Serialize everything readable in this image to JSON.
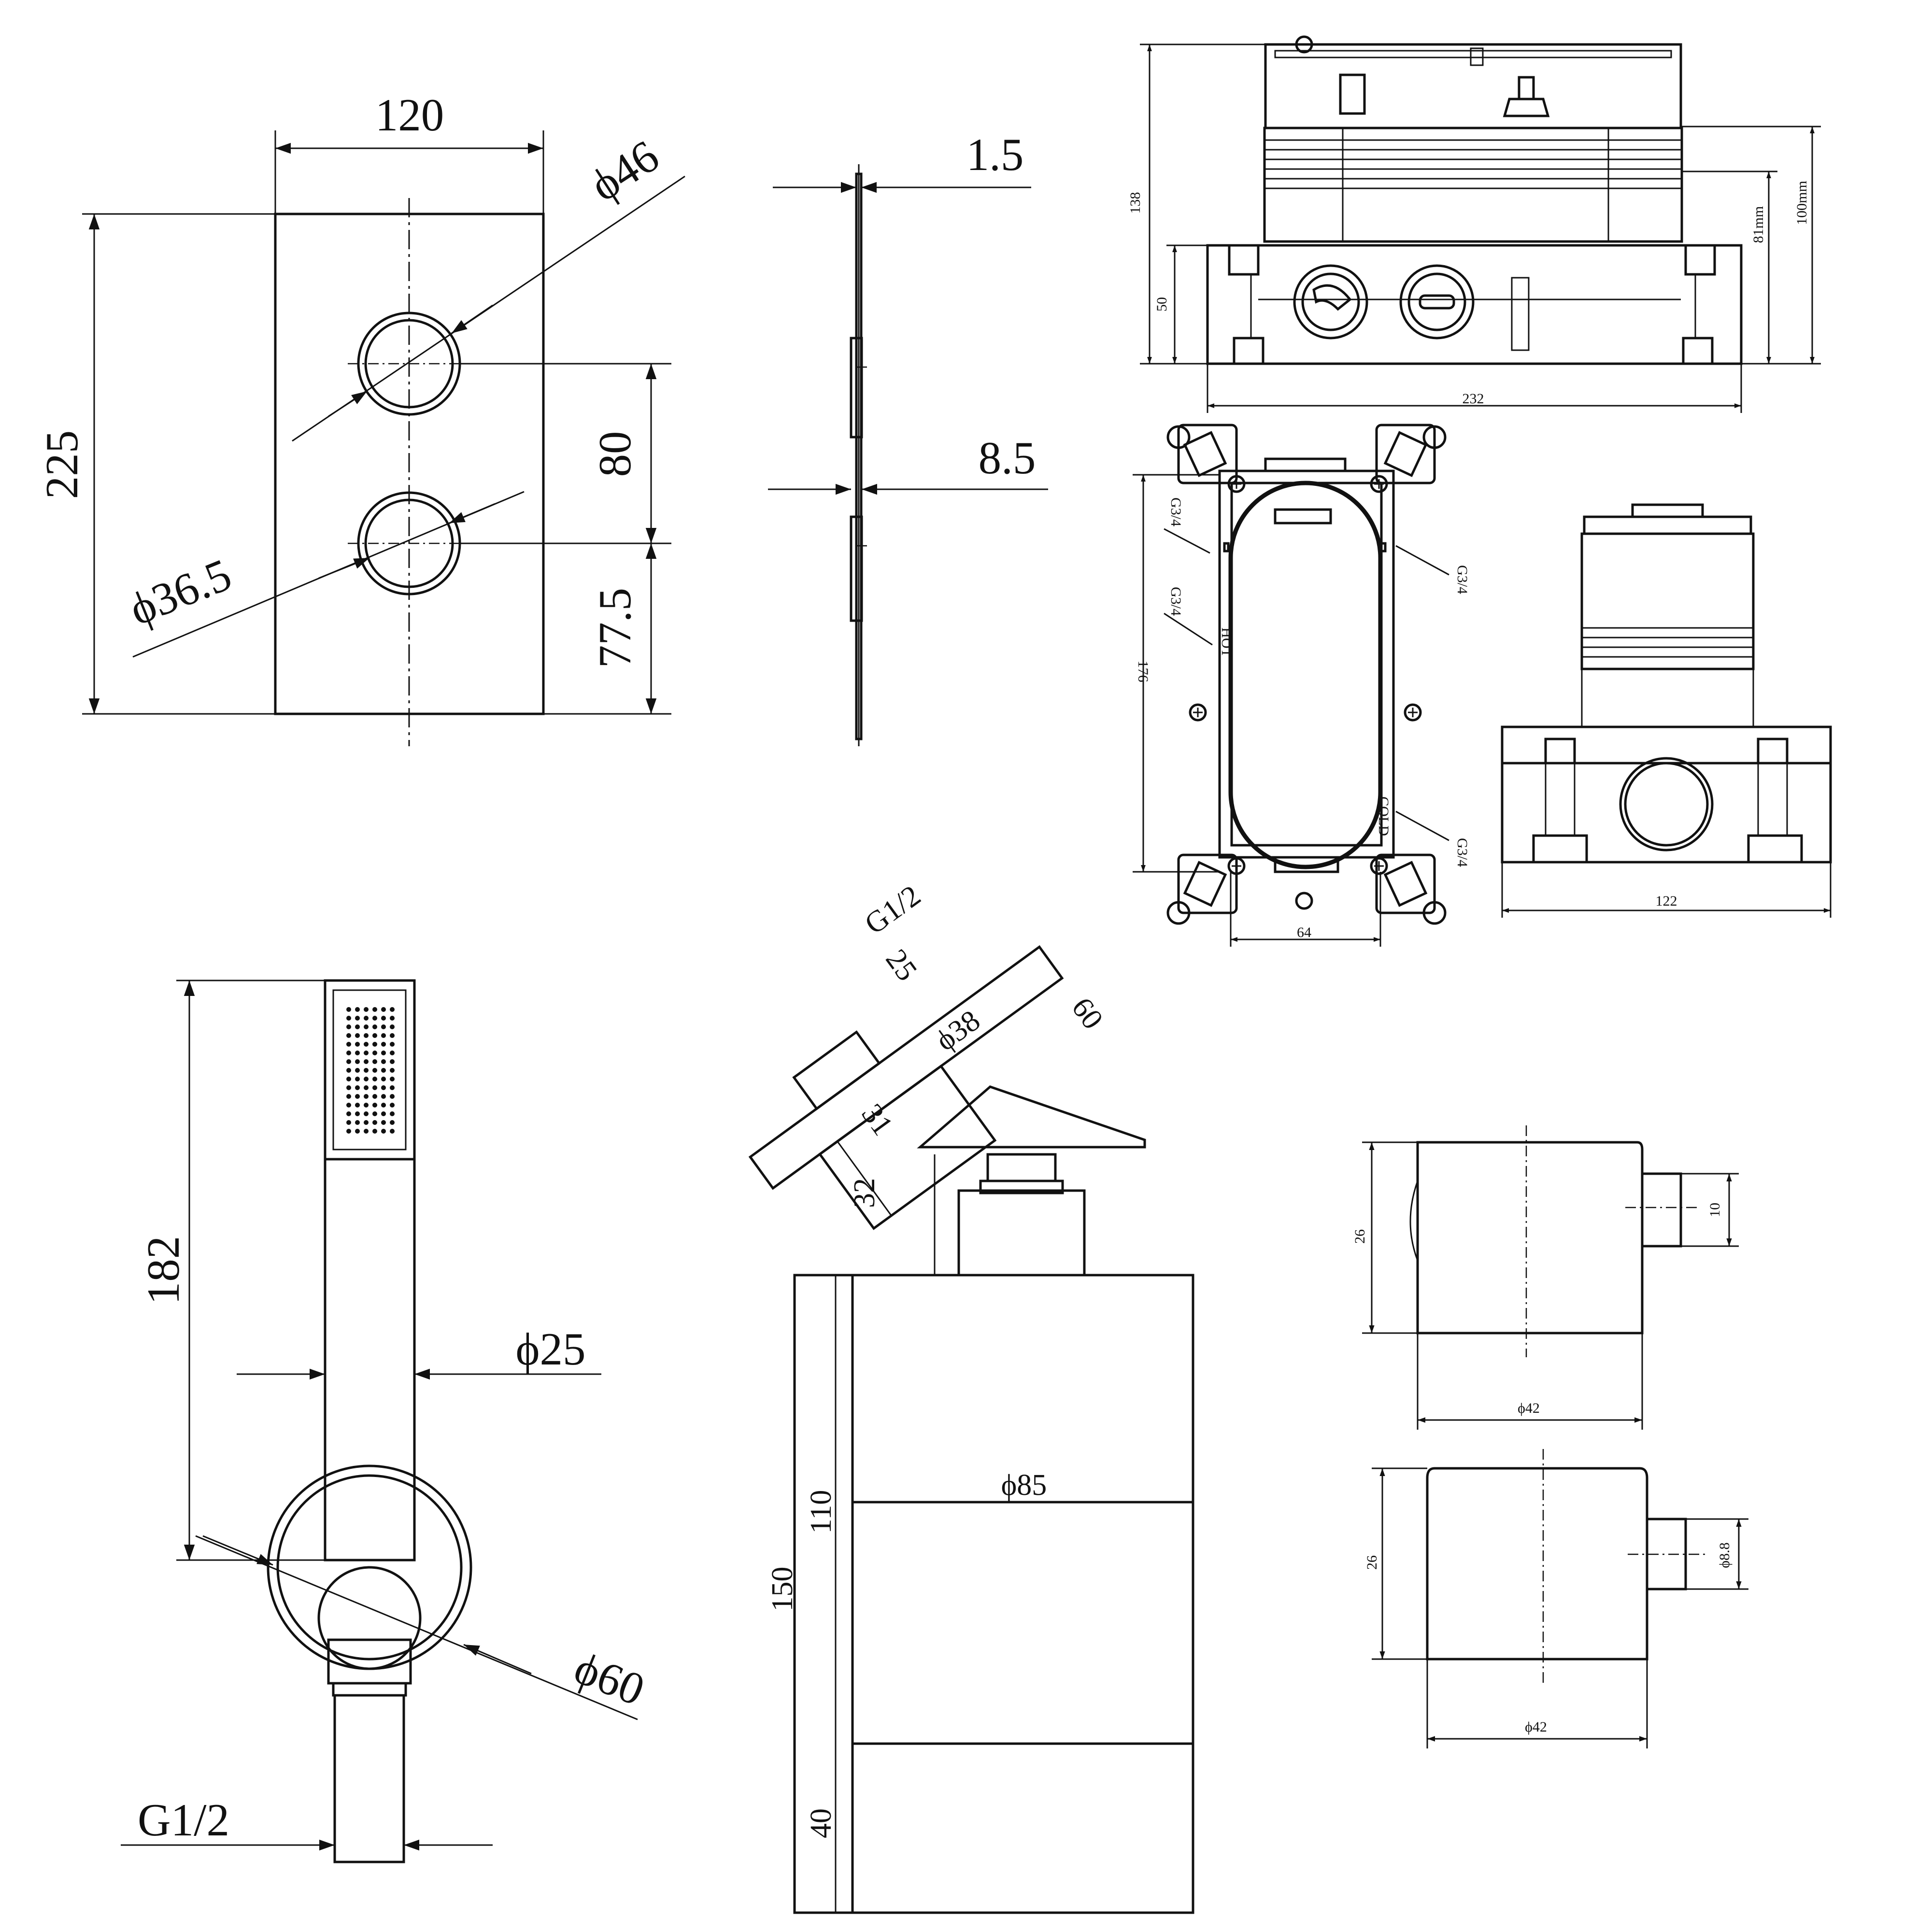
{
  "dimensions": {
    "plate_width": "120",
    "plate_height": "225",
    "knob_large_dia": "ϕ46",
    "knob_small_dia": "ϕ36.5",
    "knob_spacing": "80",
    "knob_bottom_offset": "77.5",
    "plate_thickness": "1.5",
    "plate_standoff": "8.5",
    "box_height_total": "138",
    "box_depth_right": "100mm",
    "box_height_mid": "81mm",
    "box_base_height": "50",
    "box_width": "232",
    "port_top_left": "G3/4",
    "port_mid_left": "G3/4",
    "port_right_upper": "G3/4",
    "port_right_lower": "G3/4",
    "frame_height": "176",
    "frame_bottom_spacing": "64",
    "side_box_width": "122",
    "label_hot": "HOT",
    "label_cold": "COLD",
    "handshower_length": "182",
    "handshower_dia": "ϕ25",
    "wall_bracket_dia": "ϕ60",
    "handshower_thread": "G1/2",
    "arm_thread": "G1/2",
    "arm_dim_25": "25",
    "arm_dia": "ϕ38",
    "arm_length": "60",
    "arm_dim_31": "31",
    "arm_dim_32": "32",
    "head_dia": "ϕ85",
    "head_height_110": "110",
    "head_height_150": "150",
    "head_height_40": "40",
    "outlet_height_a": "26",
    "outlet_spout_a": "10",
    "outlet_dia_a": "ϕ42",
    "outlet_height_b": "26",
    "outlet_spout_b": "ϕ8.8",
    "outlet_dia_b": "ϕ42"
  },
  "colors": {
    "line": "#111111",
    "background": "#ffffff"
  }
}
